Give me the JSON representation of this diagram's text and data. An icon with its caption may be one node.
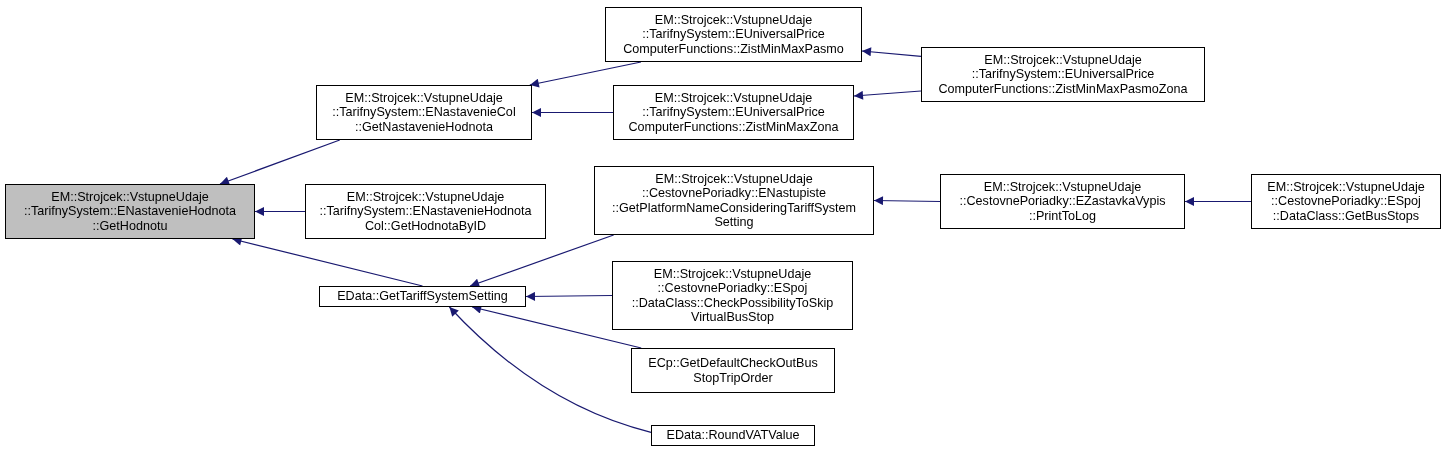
{
  "diagram": {
    "nodes": [
      {
        "text": [
          "EM::Strojcek::VstupneUdaje ::TarifnySystem::ENastavenieHodnota ::GetHodnotu"
        ]
      },
      {
        "text": [
          "EM::Strojcek::VstupneUdaje ::TarifnySystem::ENastavenieCol ::GetNastavenieHodnota"
        ]
      },
      {
        "text": [
          "EM::Strojcek::VstupneUdaje ::TarifnySystem::ENastavenieHodnota Col::GetHodnotaByID"
        ]
      },
      {
        "text": [
          "EData::GetTariffSystemSetting"
        ]
      },
      {
        "text": [
          "EM::Strojcek::VstupneUdaje ::TarifnySystem::EUniversalPrice ComputerFunctions::ZistMinMaxPasmo"
        ]
      },
      {
        "text": [
          "EM::Strojcek::VstupneUdaje ::TarifnySystem::EUniversalPrice ComputerFunctions::ZistMinMaxZona"
        ]
      },
      {
        "text": [
          "EM::Strojcek::VstupneUdaje ::TarifnySystem::EUniversalPrice ComputerFunctions::ZistMinMaxPasmoZona"
        ]
      },
      {
        "text": [
          "EM::Strojcek::VstupneUdaje ::CestovnePoriadky::ENastupiste ::GetPlatformNameConsideringTariffSystem Setting"
        ]
      },
      {
        "text": [
          "EM::Strojcek::VstupneUdaje ::CestovnePoriadky::EZastavkaVypis ::PrintToLog"
        ]
      },
      {
        "text": [
          "EM::Strojcek::VstupneUdaje ::CestovnePoriadky::ESpoj ::DataClass::GetBusStops"
        ]
      },
      {
        "text": [
          "EM::Strojcek::VstupneUdaje ::CestovnePoriadky::ESpoj ::DataClass::CheckPossibilityToSkip VirtualBusStop"
        ]
      },
      {
        "text": [
          "ECp::GetDefaultCheckOutBus StopTripOrder"
        ]
      },
      {
        "text": [
          "EData::RoundVATValue"
        ]
      }
    ],
    "edges": [
      {
        "from": 1,
        "to": 0,
        "arrow": "to"
      },
      {
        "from": 2,
        "to": 0,
        "arrow": "to"
      },
      {
        "from": 3,
        "to": 0,
        "arrow": "to"
      },
      {
        "from": 4,
        "to": 1,
        "arrow": "to"
      },
      {
        "from": 5,
        "to": 1,
        "arrow": "to"
      },
      {
        "from": 6,
        "to": 4,
        "arrow": "to"
      },
      {
        "from": 6,
        "to": 5,
        "arrow": "to"
      },
      {
        "from": 7,
        "to": 3,
        "arrow": "to"
      },
      {
        "from": 10,
        "to": 3,
        "arrow": "to"
      },
      {
        "from": 11,
        "to": 3,
        "arrow": "to"
      },
      {
        "from": 12,
        "to": 3,
        "arrow": "to"
      },
      {
        "from": 8,
        "to": 7,
        "arrow": "to"
      },
      {
        "from": 9,
        "to": 8,
        "arrow": "to"
      }
    ]
  }
}
